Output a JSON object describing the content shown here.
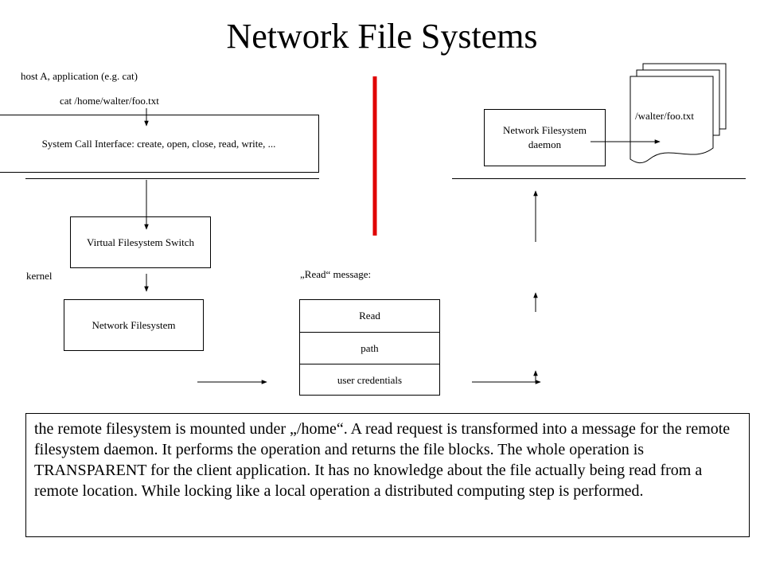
{
  "title": "Network File Systems",
  "client": {
    "host_label": "host A, application (e.g. cat)",
    "command": "cat /home/walter/foo.txt",
    "syscall_box": "System Call Interface: create, open, close, read, write, ...",
    "vfs_box": "Virtual Filesystem Switch",
    "kernel_label": "kernel",
    "nfs_box": "Network Filesystem"
  },
  "message": {
    "label": "„Read“ message:",
    "rows": [
      "Read",
      "path",
      "user credentials"
    ]
  },
  "server": {
    "daemon_box_line1": "Network Filesystem",
    "daemon_box_line2": "daemon",
    "file_label": "/walter/foo.txt"
  },
  "note": "the remote filesystem is mounted under „/home“. A read request is transformed into a message for the remote filesystem daemon. It performs the operation and returns the file blocks. The whole operation is TRANSPARENT for the client application. It has no knowledge about the file actually being read from a remote location. While locking like a local operation a distributed computing step is performed.",
  "colors": {
    "separator": "#e00000",
    "ink": "#000000"
  }
}
